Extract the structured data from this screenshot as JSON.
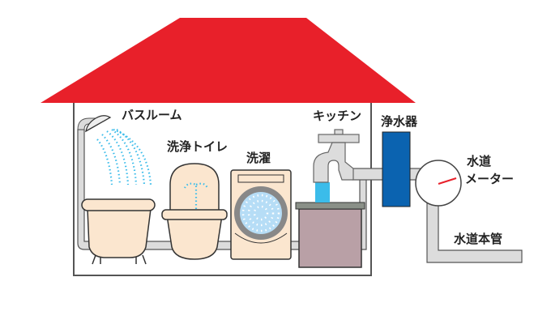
{
  "labels": {
    "bathroom": "バスルーム",
    "toilet": "洗浄トイレ",
    "laundry": "洗濯",
    "kitchen": "キッチン",
    "water_filter": "浄水器",
    "water_meter_line1": "水道",
    "water_meter_line2": "メーター",
    "water_main": "水道本管"
  },
  "colors": {
    "roof": "#e8202a",
    "filter": "#0b63b0",
    "water": "#3bbcea",
    "fixture": "#fbe6cf",
    "sink": "#b9a0a6",
    "pipe": "#dcdcdc",
    "meter_needle": "#e8202a"
  }
}
